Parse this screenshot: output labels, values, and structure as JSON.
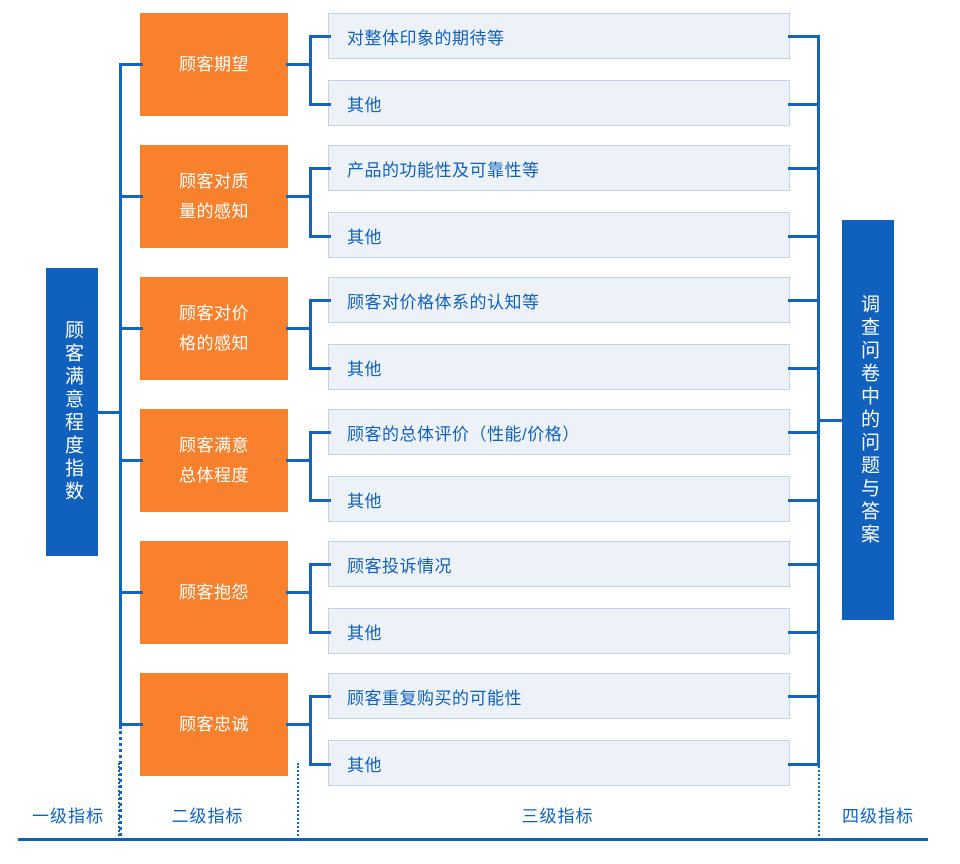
{
  "diagram": {
    "title_level1": "顾客满意程度指数",
    "title_level4": "调查问卷中的问题与答案",
    "groups": [
      {
        "level2": "顾客期望",
        "level3": [
          "对整体印象的期待等",
          "其他"
        ]
      },
      {
        "level2": "顾客对质量的感知",
        "level3": [
          "产品的功能性及可靠性等",
          "其他"
        ]
      },
      {
        "level2": "顾客对价格的感知",
        "level3": [
          "顾客对价格体系的认知等",
          "其他"
        ]
      },
      {
        "level2": "顾客满意总体程度",
        "level3": [
          "顾客的总体评价（性能/价格）",
          "其他"
        ]
      },
      {
        "level2": "顾客抱怨",
        "level3": [
          "顾客投诉情况",
          "其他"
        ]
      },
      {
        "level2": "顾客忠诚",
        "level3": [
          "顾客重复购买的可能性",
          "其他"
        ]
      }
    ]
  },
  "footer": {
    "labels": [
      "一级指标",
      "二级指标",
      "三级指标",
      "四级指标"
    ]
  },
  "colors": {
    "brand_blue": "#1061BE",
    "connector_blue": "#1565C0",
    "accent_orange": "#F9812E",
    "light_box_fill": "#EDF2F8",
    "light_box_border": "#C4D3E4"
  }
}
